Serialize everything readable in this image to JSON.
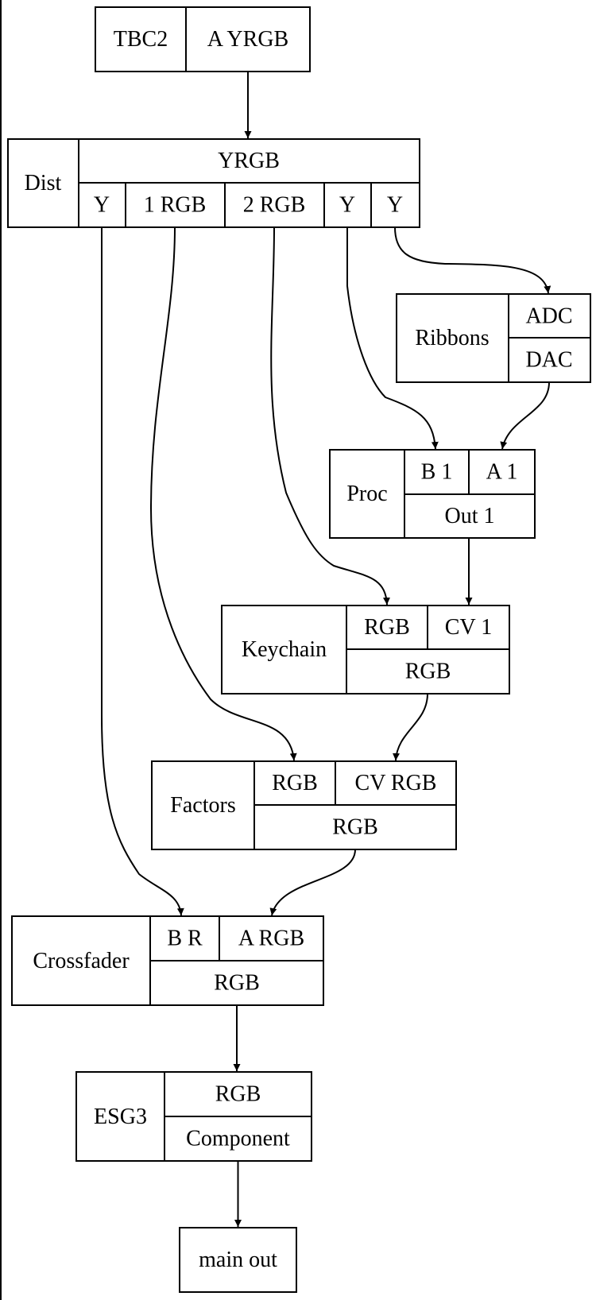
{
  "nodes": {
    "tbc2": {
      "label": "TBC2",
      "ports": [
        "A YRGB"
      ]
    },
    "dist": {
      "label": "Dist",
      "input": "YRGB",
      "outputs": [
        "Y",
        "1 RGB",
        "2 RGB",
        "Y",
        "Y"
      ]
    },
    "ribbons": {
      "label": "Ribbons",
      "ports": [
        "ADC",
        "DAC"
      ]
    },
    "proc": {
      "label": "Proc",
      "inputs": [
        "B 1",
        "A 1"
      ],
      "output": "Out 1"
    },
    "keychain": {
      "label": "Keychain",
      "inputs": [
        "RGB",
        "CV 1"
      ],
      "output": "RGB"
    },
    "factors": {
      "label": "Factors",
      "inputs": [
        "RGB",
        "CV RGB"
      ],
      "output": "RGB"
    },
    "crossfader": {
      "label": "Crossfader",
      "inputs": [
        "B R",
        "A RGB"
      ],
      "output": "RGB"
    },
    "esg3": {
      "label": "ESG3",
      "input": "RGB",
      "output": "Component"
    },
    "main_out": {
      "label": "main out"
    }
  },
  "edges": [
    {
      "from": "TBC2:A YRGB",
      "to": "Dist:YRGB"
    },
    {
      "from": "Dist:Y",
      "to": "Crossfader:B R"
    },
    {
      "from": "Dist:1 RGB",
      "to": "Factors:RGB"
    },
    {
      "from": "Dist:2 RGB",
      "to": "Keychain:RGB"
    },
    {
      "from": "Dist:Y",
      "to": "Proc:B 1"
    },
    {
      "from": "Dist:Y",
      "to": "Ribbons:ADC"
    },
    {
      "from": "Ribbons:DAC",
      "to": "Proc:A 1"
    },
    {
      "from": "Proc:Out 1",
      "to": "Keychain:CV 1"
    },
    {
      "from": "Keychain:RGB",
      "to": "Factors:CV RGB"
    },
    {
      "from": "Factors:RGB",
      "to": "Crossfader:A RGB"
    },
    {
      "from": "Crossfader:RGB",
      "to": "ESG3:RGB"
    },
    {
      "from": "ESG3:Component",
      "to": "main out"
    }
  ]
}
